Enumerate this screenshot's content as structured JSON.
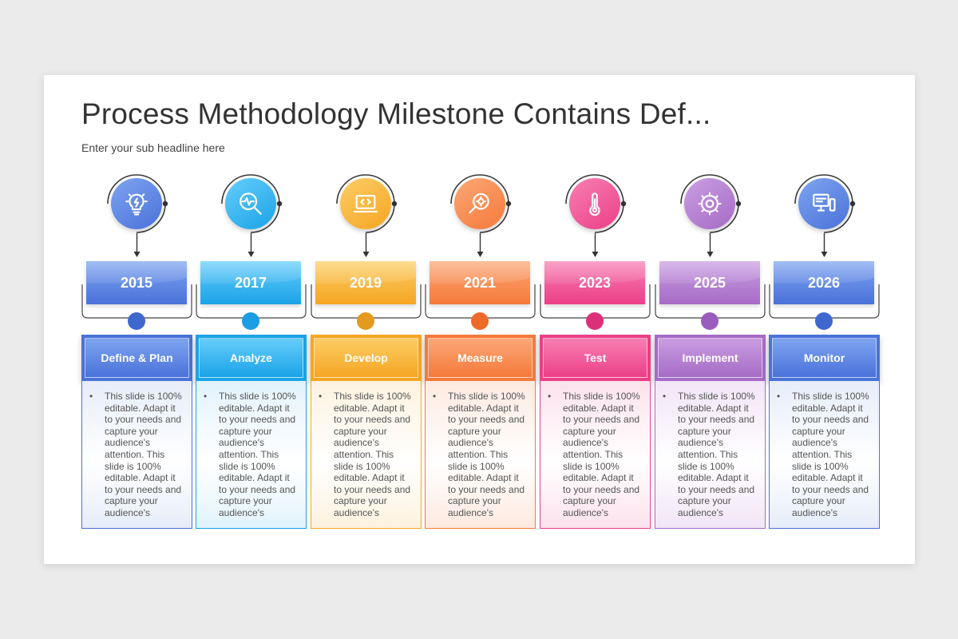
{
  "slide": {
    "title": "Process Methodology Milestone Contains Def...",
    "subtitle": "Enter your sub headline here"
  },
  "steps": [
    {
      "year": "2015",
      "label": "Define & Plan",
      "icon": "lightbulb-icon",
      "color": "#4a72d9",
      "light": "#7ea4f0",
      "tint": "#e6edf9",
      "dot": "#3f68cf",
      "text": "This slide is 100% editable. Adapt it to your needs and capture your audience's attention. This slide is 100% editable. Adapt it to your needs and capture your audience's"
    },
    {
      "year": "2017",
      "label": "Analyze",
      "icon": "pulse-search-icon",
      "color": "#1aa3e8",
      "light": "#66cdfa",
      "tint": "#e2f3fc",
      "dot": "#1b9ee3",
      "text": "This slide is 100% editable. Adapt it to your needs and capture your audience's attention. This slide is 100% editable. Adapt it to your needs and capture your audience's"
    },
    {
      "year": "2019",
      "label": "Develop",
      "icon": "laptop-code-icon",
      "color": "#f5a623",
      "light": "#fccd66",
      "tint": "#fdf2df",
      "dot": "#e39a1d",
      "text": "This slide is 100% editable. Adapt it to your needs and capture your audience's attention. This slide is 100% editable. Adapt it to your needs and capture your audience's"
    },
    {
      "year": "2021",
      "label": "Measure",
      "icon": "magnify-gear-icon",
      "color": "#f57a3a",
      "light": "#fca777",
      "tint": "#fdeadf",
      "dot": "#ee6a2b",
      "text": "This slide is 100% editable. Adapt it to your needs and capture your audience's attention. This slide is 100% editable. Adapt it to your needs and capture your audience's"
    },
    {
      "year": "2023",
      "label": "Test",
      "icon": "thermometer-icon",
      "color": "#ec3f87",
      "light": "#f77fb2",
      "tint": "#fce2ed",
      "dot": "#dc2f79",
      "text": "This slide is 100% editable. Adapt it to your needs and capture your audience's attention. This slide is 100% editable. Adapt it to your needs and capture your audience's"
    },
    {
      "year": "2025",
      "label": "Implement",
      "icon": "gear-search-icon",
      "color": "#a66bc6",
      "light": "#c99ee2",
      "tint": "#f1e5f7",
      "dot": "#9a5dbd",
      "text": "This slide is 100% editable. Adapt it to your needs and capture your audience's attention. This slide is 100% editable. Adapt it to your needs and capture your audience's"
    },
    {
      "year": "2026",
      "label": "Monitor",
      "icon": "monitor-icon",
      "color": "#4a72d9",
      "light": "#7ea4f0",
      "tint": "#e6edf9",
      "dot": "#3f68cf",
      "text": "This slide is 100% editable. Adapt it to your needs and capture your audience's attention. This slide is 100% editable. Adapt it to your needs and capture your audience's"
    }
  ]
}
